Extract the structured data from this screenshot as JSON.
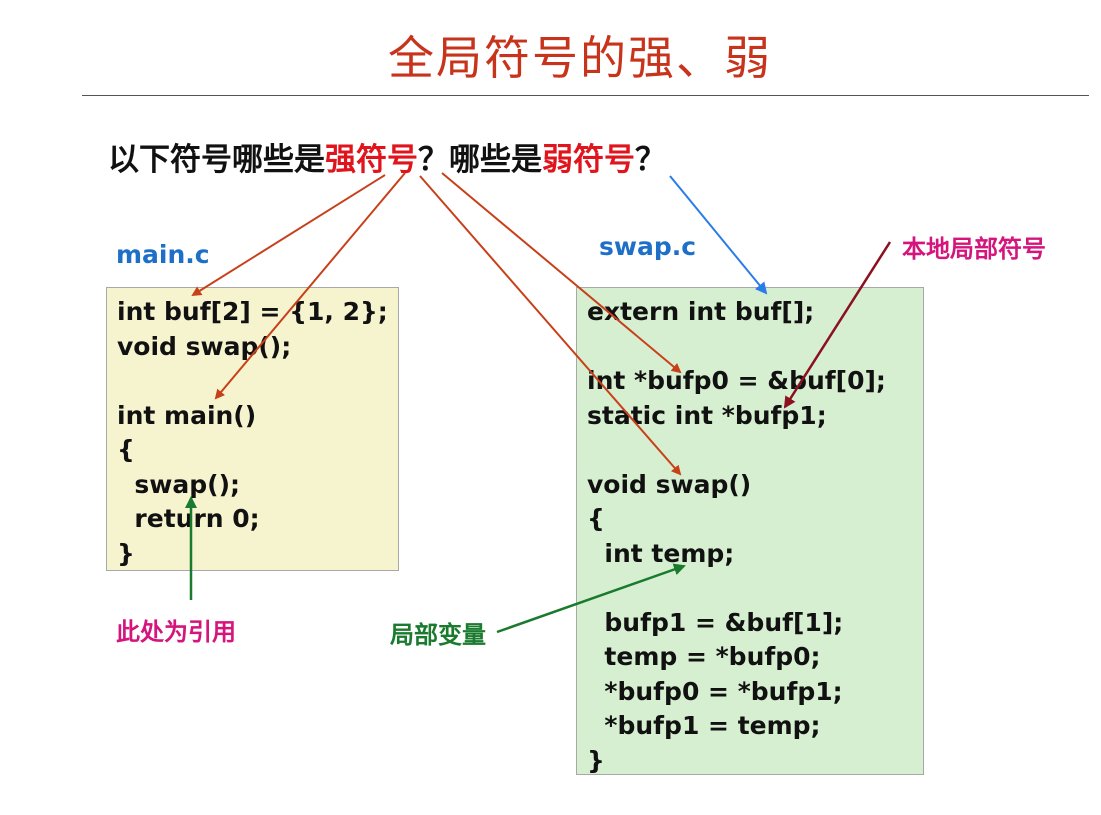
{
  "title": "全局符号的强、弱",
  "question": {
    "part1": "以下符号哪些是",
    "strong": "强符号",
    "part2": "？哪些是",
    "weak": "弱符号",
    "part3": "？"
  },
  "files": {
    "main": {
      "name": "main.c",
      "lines": [
        "int buf[2] = {1, 2};",
        "void swap();",
        "",
        "int main()",
        "{",
        "  swap();",
        "  return 0;",
        "}"
      ]
    },
    "swap": {
      "name": "swap.c",
      "lines": [
        "extern int buf[];",
        "",
        "int *bufp0 = &buf[0];",
        "static int *bufp1;",
        "",
        "void swap()",
        "{",
        "  int temp;",
        "",
        "  bufp1 = &buf[1];",
        "  temp = *bufp0;",
        "  *bufp0 = *bufp1;",
        "  *bufp1 = temp;",
        "}"
      ]
    }
  },
  "annotations": {
    "local_symbol": "本地局部符号",
    "reference": "此处为引用",
    "local_variable": "局部变量"
  },
  "colors": {
    "title": "#c8331c",
    "strong_weak_text": "#e0141c",
    "strong_arrow": "#c8401a",
    "weak_arrow": "#2a7de8",
    "local_symbol_arrow": "#8b1020",
    "reference_and_local_var_arrow": "#1a7a2e",
    "main_box_bg": "#f6f3cf",
    "swap_box_bg": "#d6efd0",
    "file_label": "#1e6fc8",
    "annotation_magenta": "#d4157c"
  }
}
